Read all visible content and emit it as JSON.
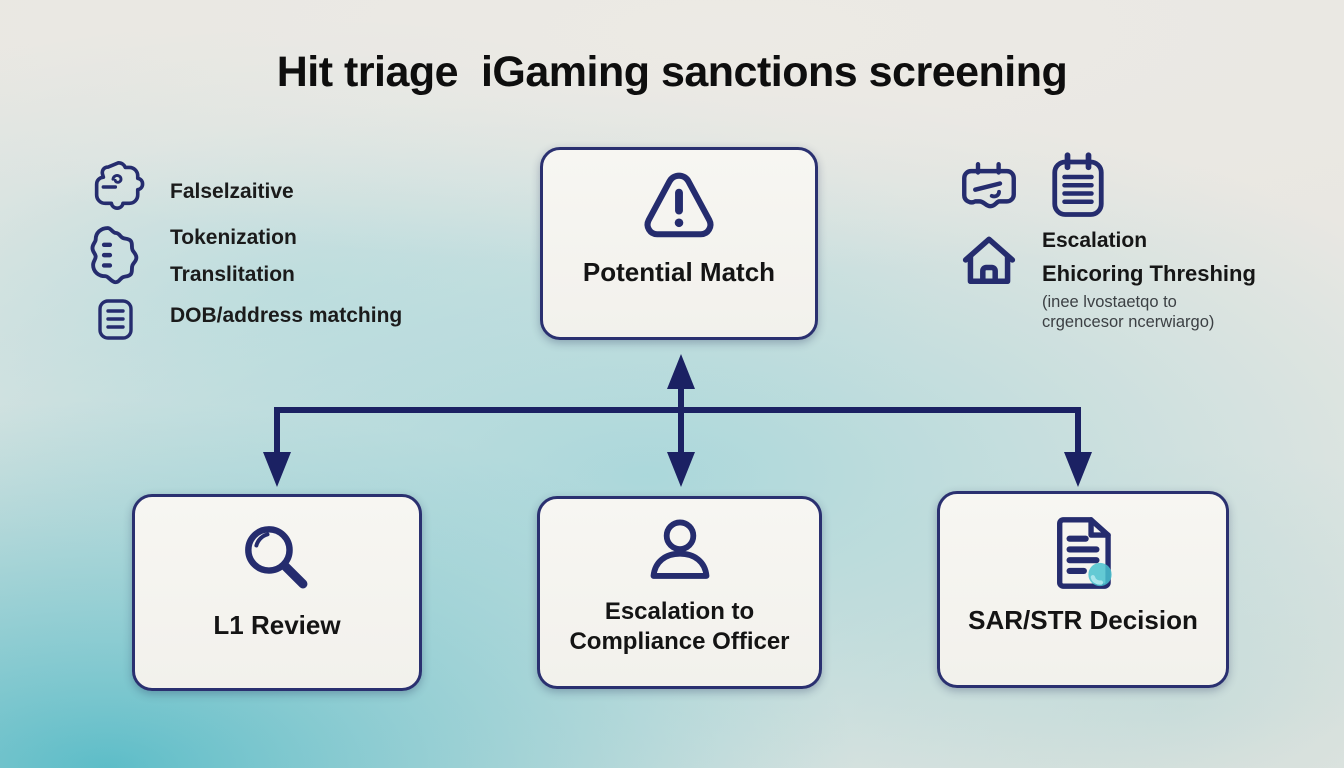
{
  "title": "Hit triage  iGaming sanctions screening",
  "left_list": {
    "items": [
      {
        "icon": "puzzle-icon",
        "label": "Falselzaitive"
      },
      {
        "icon": "speech-blob-icon",
        "label": "Tokenization"
      },
      {
        "icon": "speech-blob-icon",
        "label": "Translitation"
      },
      {
        "icon": "list-icon",
        "label": "DOB/address matching"
      }
    ]
  },
  "right_panel": {
    "icons": [
      "calendar-edit-icon",
      "notepad-icon",
      "home-icon"
    ],
    "line1": "Escalation",
    "line2": "Ehicoring Threshing",
    "caption1": "(inee lvostaetqo to",
    "caption2": "crgencesor ncerwiargo)"
  },
  "nodes": {
    "potential_match": {
      "icon": "warning-icon",
      "label": "Potential Match"
    },
    "l1_review": {
      "icon": "search-icon",
      "label": "L1 Review"
    },
    "escalation": {
      "icon": "person-icon",
      "line1": "Escalation to",
      "line2": "Compliance Officer"
    },
    "sar_str": {
      "icon": "document-icon",
      "label": "SAR/STR Decision"
    }
  },
  "colors": {
    "navy": "#232b6b",
    "connector_navy": "#1b2163",
    "teal": "#5fbfca",
    "doc_accent_teal": "#49c2cf",
    "box_bg": "#f6f5f0",
    "background_gray": "#e9e7e2",
    "title_text": "#0e0e0e"
  }
}
